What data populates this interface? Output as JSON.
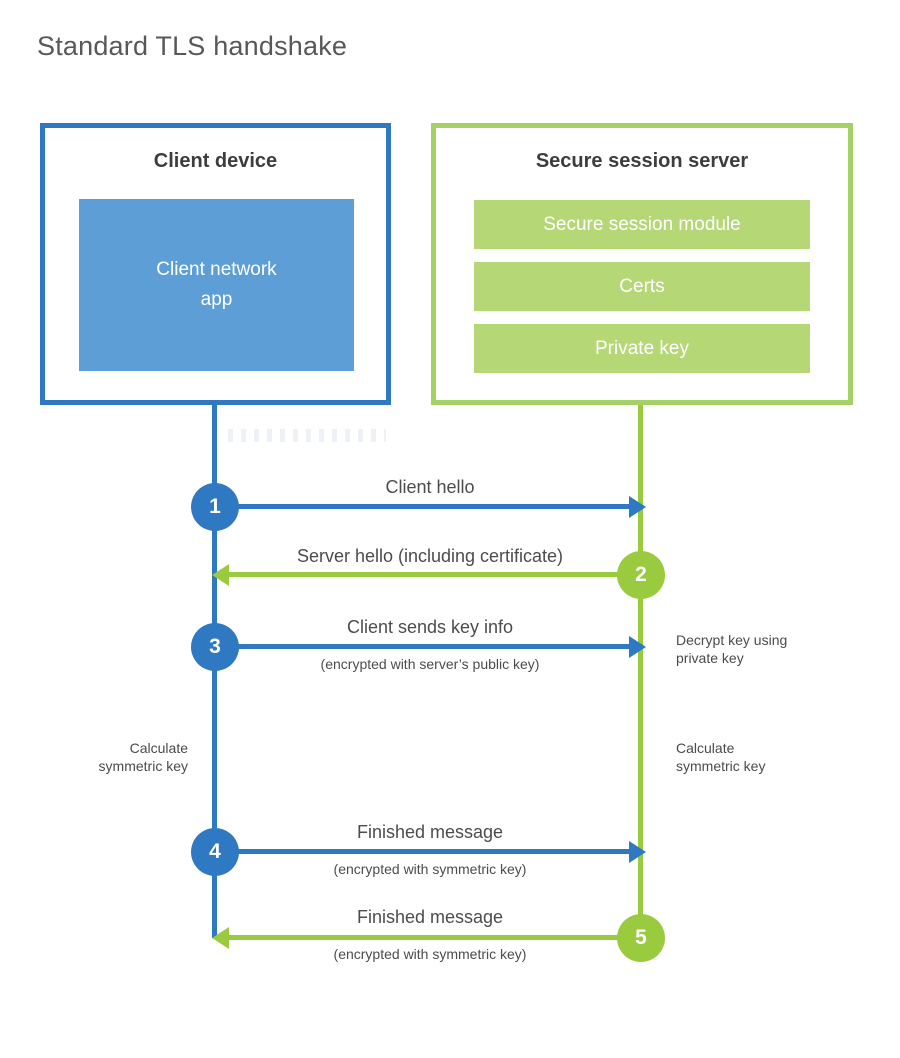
{
  "title": "Standard TLS handshake",
  "client": {
    "title": "Client device",
    "app": "Client network app"
  },
  "server": {
    "title": "Secure session server",
    "modules": [
      "Secure session module",
      "Certs",
      "Private key"
    ]
  },
  "messages": [
    {
      "num": "1",
      "label": "Client hello",
      "sub": "",
      "direction": "client-to-server",
      "color": "#2f78c2"
    },
    {
      "num": "2",
      "label": "Server hello (including certificate)",
      "sub": "",
      "direction": "server-to-client",
      "color": "#9aca3e"
    },
    {
      "num": "3",
      "label": "Client sends key info",
      "sub": "(encrypted with server’s public key)",
      "direction": "client-to-server",
      "color": "#2f78c2"
    },
    {
      "num": "4",
      "label": "Finished message",
      "sub": "(encrypted with symmetric key)",
      "direction": "client-to-server",
      "color": "#2f78c2"
    },
    {
      "num": "5",
      "label": "Finished message",
      "sub": "(encrypted with symmetric key)",
      "direction": "server-to-client",
      "color": "#9aca3e"
    }
  ],
  "notes": {
    "decrypt": {
      "line1": "Decrypt key using",
      "line2": "private key"
    },
    "calc_left": {
      "line1": "Calculate",
      "line2": "symmetric key"
    },
    "calc_right": {
      "line1": "Calculate",
      "line2": "symmetric key"
    }
  },
  "colors": {
    "blue": "#2f78c2",
    "blue_fill": "#5e9ed6",
    "green": "#9aca3e",
    "green_border": "#a4d166",
    "green_fill": "#b5d776",
    "heading_text": "#3d3d3d",
    "label_text": "#4c4c4c",
    "title_text": "#57585a"
  }
}
